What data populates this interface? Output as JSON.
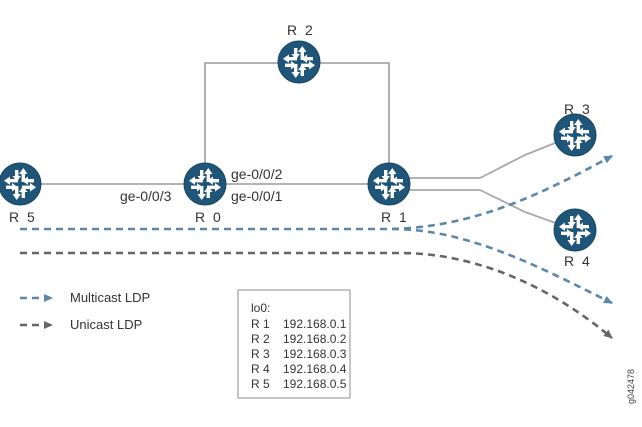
{
  "routers": [
    {
      "id": "R0",
      "label": "R 0"
    },
    {
      "id": "R1",
      "label": "R 1"
    },
    {
      "id": "R2",
      "label": "R 2"
    },
    {
      "id": "R3",
      "label": "R 3"
    },
    {
      "id": "R4",
      "label": "R 4"
    },
    {
      "id": "R5",
      "label": "R 5"
    }
  ],
  "interfaces": {
    "r0_r5": "ge-0/0/3",
    "r0_r1_upper": "ge-0/0/2",
    "r0_r1_lower": "ge-0/0/1"
  },
  "legend": {
    "multicast": "Multicast LDP",
    "unicast": "Unicast LDP"
  },
  "loopback": {
    "title": "lo0:",
    "rows": [
      {
        "router": "R 1",
        "ip": "192.168.0.1"
      },
      {
        "router": "R 2",
        "ip": "192.168.0.2"
      },
      {
        "router": "R 3",
        "ip": "192.168.0.3"
      },
      {
        "router": "R 4",
        "ip": "192.168.0.4"
      },
      {
        "router": "R 5",
        "ip": "192.168.0.5"
      }
    ]
  },
  "figure_id": "g042478",
  "colors": {
    "router_fill": "#1f5578",
    "link": "#a8a8a8",
    "multicast": "#5b88a8",
    "unicast": "#666666",
    "text": "#333333"
  }
}
